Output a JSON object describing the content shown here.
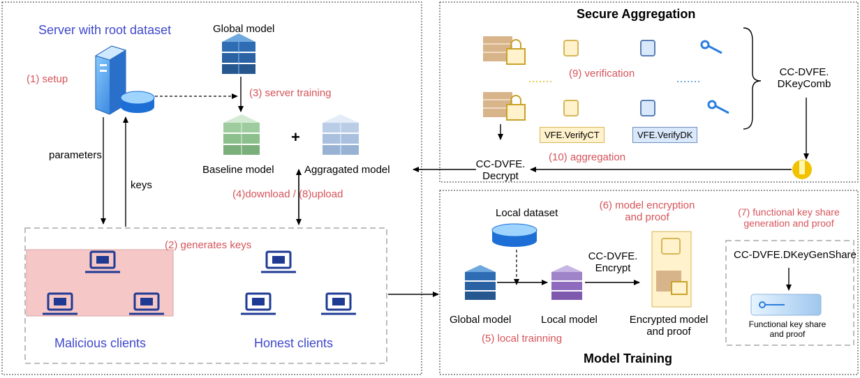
{
  "left": {
    "server_title": "Server with root dataset",
    "global_model": "Global model",
    "setup": "(1) setup",
    "server_training": "(3) server training",
    "parameters": "parameters",
    "keys": "keys",
    "baseline_model": "Baseline model",
    "aggregated_model": "Aggragated model",
    "plus": "+",
    "download_upload": "(4)download / (8)upload",
    "generates_keys": "(2) generates keys",
    "malicious_clients": "Malicious clients",
    "honest_clients": "Honest clients"
  },
  "secure": {
    "title": "Secure Aggregation",
    "verification": "(9) verification",
    "keycomb_line1": "CC-DVFE.",
    "keycomb_line2": "DKeyComb",
    "verify_ct": "VFE.VerifyCT",
    "verify_dk": "VFE.VerifyDK",
    "aggregation": "(10) aggregation",
    "decrypt_line1": "CC-DVFE.",
    "decrypt_line2": "Decrypt"
  },
  "training": {
    "title": "Model Training",
    "local_dataset": "Local dataset",
    "encryption_line1": "(6) model encryption",
    "encryption_line2": "and proof",
    "keyshare_line1": "(7) functional key share",
    "keyshare_line2": "generation and proof",
    "encrypt_line1": "CC-DVFE.",
    "encrypt_line2": "Encrypt",
    "keygenshare": "CC-DVFE.DKeyGenShare",
    "global_model": "Global model",
    "local_model": "Local model",
    "local_training": "(5) local trainning",
    "encrypted_line1": "Encrypted model",
    "encrypted_line2": "and proof",
    "fk_line1": "Functional key share",
    "fk_line2": "and proof"
  },
  "colors": {
    "accent_red": "#d6545a",
    "title_blue": "#3f48cc",
    "laptop_blue": "#1f3a93",
    "malicious_fill": "#f6c7c7",
    "verify_ct_fill": "#fff2cc",
    "verify_dk_fill": "#dae8fc",
    "model_blue": "#2e6db4",
    "model_green": "#8bbf8b",
    "model_purple": "#8e6bbf"
  }
}
